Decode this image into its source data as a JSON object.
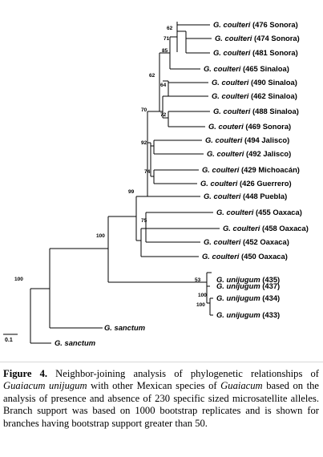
{
  "tree": {
    "leaves": [
      {
        "genus": "G. coulteri",
        "loc": "(476 Sonora)"
      },
      {
        "genus": "G. coulteri",
        "loc": "(474 Sonora)"
      },
      {
        "genus": "G. coulteri",
        "loc": "(481 Sonora)"
      },
      {
        "genus": "G. coulteri",
        "loc": "(465 Sinaloa)"
      },
      {
        "genus": "G. coulteri",
        "loc": "(490 Sinaloa)"
      },
      {
        "genus": "G. coulteri",
        "loc": "(462 Sinaloa)"
      },
      {
        "genus": "G. coulteri",
        "loc": "(488 Sinaloa)"
      },
      {
        "genus": "G. couteri",
        "loc": "(469 Sonora)"
      },
      {
        "genus": "G. coulteri",
        "loc": "(494 Jalisco)"
      },
      {
        "genus": "G. coulteri",
        "loc": "(492 Jalisco)"
      },
      {
        "genus": "G. coulteri",
        "loc": "(429 Michoacán)"
      },
      {
        "genus": "G. coulteri",
        "loc": "(426 Guerrero)"
      },
      {
        "genus": "G. coulteri",
        "loc": "(448 Puebla)"
      },
      {
        "genus": "G. coulteri",
        "loc": "(455 Oaxaca)"
      },
      {
        "genus": "G. coulteri",
        "loc": "(458 Oaxaca)"
      },
      {
        "genus": "G. coulteri",
        "loc": "(452 Oaxaca)"
      },
      {
        "genus": "G. coulteri",
        "loc": "(450 Oaxaca)"
      },
      {
        "genus": "G. unijugum",
        "loc": "(435)"
      },
      {
        "genus": "G. unijugum",
        "loc": "(437)"
      },
      {
        "genus": "G. unijugum",
        "loc": "(434)"
      },
      {
        "genus": "G. unijugum",
        "loc": "(433)"
      },
      {
        "genus": "G. sanctum",
        "loc": ""
      },
      {
        "genus": "G. sanctum",
        "loc": ""
      }
    ],
    "bootstrap": [
      "62",
      "71",
      "85",
      "62",
      "64",
      "72",
      "70",
      "92",
      "74",
      "99",
      "75",
      "100",
      "100",
      "53",
      "100",
      "100"
    ],
    "scale_label": "0.1"
  },
  "caption": {
    "label": "Figure 4.",
    "t1": " Neighbor-joining analysis of phylogenetic relationships of ",
    "sp1": "Guaiacum unijugum",
    "t2": " with other Mexican species of ",
    "sp2": "Guaiacum",
    "t3": " based on the analysis of presence and absence of 230 specific sized microsatellite alleles.  Branch support was based on 1000 bootstrap replicates and is shown for branches having bootstrap support greater than 50."
  }
}
